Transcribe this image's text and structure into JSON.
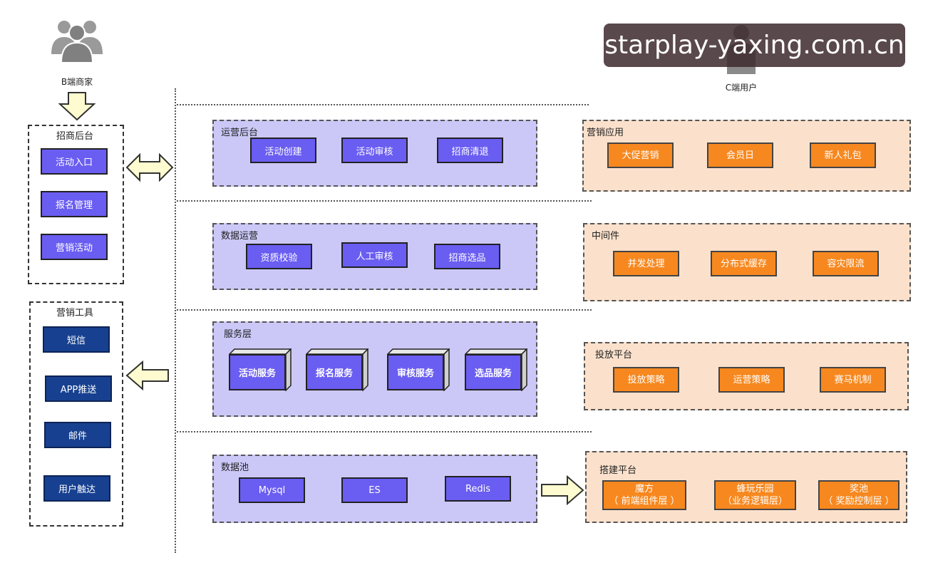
{
  "b_merchant": {
    "label": "B端商家"
  },
  "c_user": {
    "label": "C端用户"
  },
  "watermark": "starplay-yaxing.com.cn",
  "recruit_backend": {
    "title": "招商后台",
    "items": [
      "活动入口",
      "报名管理",
      "营销活动"
    ]
  },
  "marketing_tools": {
    "title": "营销工具",
    "items": [
      "短信",
      "APP推送",
      "邮件",
      "用户触达"
    ]
  },
  "ops_backend": {
    "title": "运营后台",
    "items": [
      "活动创建",
      "活动审核",
      "招商清退"
    ]
  },
  "data_ops": {
    "title": "数据运营",
    "items": [
      "资质校验",
      "人工审核",
      "招商选品"
    ]
  },
  "service_layer": {
    "title": "服务层",
    "items": [
      "活动服务",
      "报名服务",
      "审核服务",
      "选品服务"
    ]
  },
  "data_pool": {
    "title": "数据池",
    "items": [
      "Mysql",
      "ES",
      "Redis"
    ]
  },
  "marketing_apps": {
    "title": "营销应用",
    "items": [
      "大促营销",
      "会员日",
      "新人礼包"
    ]
  },
  "middleware": {
    "title": "中间件",
    "items": [
      "并发处理",
      "分布式缓存",
      "容灾限流"
    ]
  },
  "delivery_platform": {
    "title": "投放平台",
    "items": [
      "投放策略",
      "运营策略",
      "赛马机制"
    ]
  },
  "build_platform": {
    "title": "搭建平台",
    "items": [
      {
        "name": "魔方",
        "sub": "（ 前端组件层 ）"
      },
      {
        "name": "蜂玩乐园",
        "sub": "（业务逻辑层）"
      },
      {
        "name": "奖池",
        "sub": "（ 奖励控制层 ）"
      }
    ]
  },
  "colors": {
    "purple_panel": "#cbc8f7",
    "purple_button": "#6a5df1",
    "peach_panel": "#fbe1cc",
    "orange_button": "#f7881f",
    "navy_button": "#174190",
    "arrow_fill": "#fdfbcf"
  },
  "icons": [
    "users-group-icon",
    "user-icon",
    "arrow-down-icon",
    "double-arrow-icon",
    "arrow-left-icon",
    "arrow-right-icon"
  ]
}
